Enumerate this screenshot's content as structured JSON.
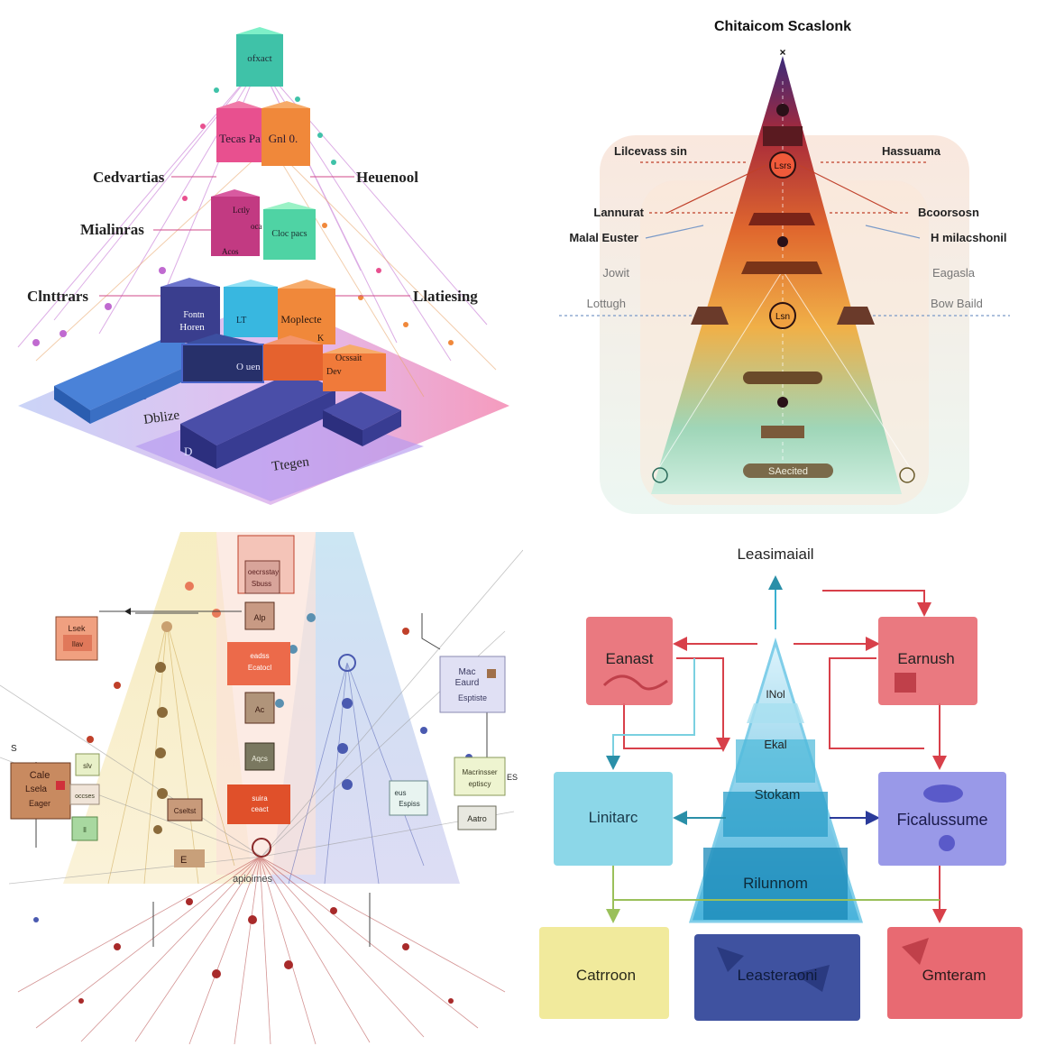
{
  "panel1": {
    "top_cube": "ofxact",
    "pink_cube": "Tecas Pa",
    "orange_cube": "Gnl 0.",
    "mid_pink_line1": "Lctly",
    "mid_pink_line2": "oca",
    "mid_pink_line3": "Acos",
    "green_cube": "Cloc pacs",
    "blue_cube1": "Fontn",
    "blue_cube2": "Horen",
    "cyan_cube": "LT",
    "orange_mid": "Moplecte",
    "orange_mid2": "K",
    "dark_box": "O uen",
    "orange_small_line1": "Ocssait",
    "orange_small_line2": "Dev",
    "left_label1": "Cedvartias",
    "left_label2": "Mialinras",
    "left_label3": "Clnttrars",
    "right_label1": "Heuenool",
    "right_label2": "Llatiesing",
    "floor_label1": "Dblize",
    "floor_label2": "Ttegen",
    "floor_label3": "D"
  },
  "panel2": {
    "title": "Chitaicom Scaslonk",
    "apex": "×",
    "node_top": "Lsrs",
    "node_mid": "Lsn",
    "bottom_box": "SAecited",
    "left1": "Lilcevass sin",
    "left2": "Lannurat",
    "left3": "Malal Euster",
    "left4": "Jowit",
    "left5": "Lottugh",
    "right1": "Hassuama",
    "right2": "Bcoorsosn",
    "right3": "H milacshonil",
    "right4": "Eagasla",
    "right5": "Bow Baild"
  },
  "panel3": {
    "top_box_line1": "oecrsstay",
    "top_box_line2": "Sbuss",
    "box_a": "Alp",
    "box_b_line1": "eadss",
    "box_b_line2": "Ecatocl",
    "box_c": "Ac",
    "box_d": "Aqcs",
    "box_e_line1": "suira",
    "box_e_line2": "ceact",
    "box_f": "Cseltst",
    "box_g": "E",
    "center_label": "apioimes",
    "left_top_line1": "Lsek",
    "left_top_line2": "Ilav",
    "left_mid_line1": "Cale",
    "left_mid_line2": "Lsela",
    "left_mid_line3": "Eager",
    "left_small1": "slv",
    "left_small2": "occses",
    "left_small3": "ll",
    "left_marker": "S",
    "right_top_line1": "Mac",
    "right_top_line2": "Eaurd",
    "right_top_line3": "Esptiste",
    "right_mid_line1": "Macrinsser",
    "right_mid_line2": "eptiscy",
    "right_small_line1": "eus",
    "right_small_line2": "Espiss",
    "right_low": "Aatro",
    "right_marker": "ES"
  },
  "panel4": {
    "title": "Leasimaiail",
    "tier1": "INol",
    "tier2": "Ekal",
    "tier3": "Stokam",
    "tier4": "Rilunnom",
    "box_tl": "Eanast",
    "box_tr": "Earnush",
    "box_ml": "Linitarc",
    "box_mr": "Ficalussume",
    "box_bl": "Catrroon",
    "box_bm": "Leasteraoni",
    "box_br": "Gmteram"
  },
  "colors": {
    "pink": "#e8508f",
    "orange": "#f0883a",
    "teal": "#3fc2a8",
    "navy": "#3a3e8e",
    "cyan": "#38b7e0",
    "red_box": "#e86a72",
    "cyan_box": "#7fd3e6",
    "violet_box": "#8e8ee6",
    "yellow_box": "#f1ea9c",
    "navy_box": "#3f52a0"
  }
}
